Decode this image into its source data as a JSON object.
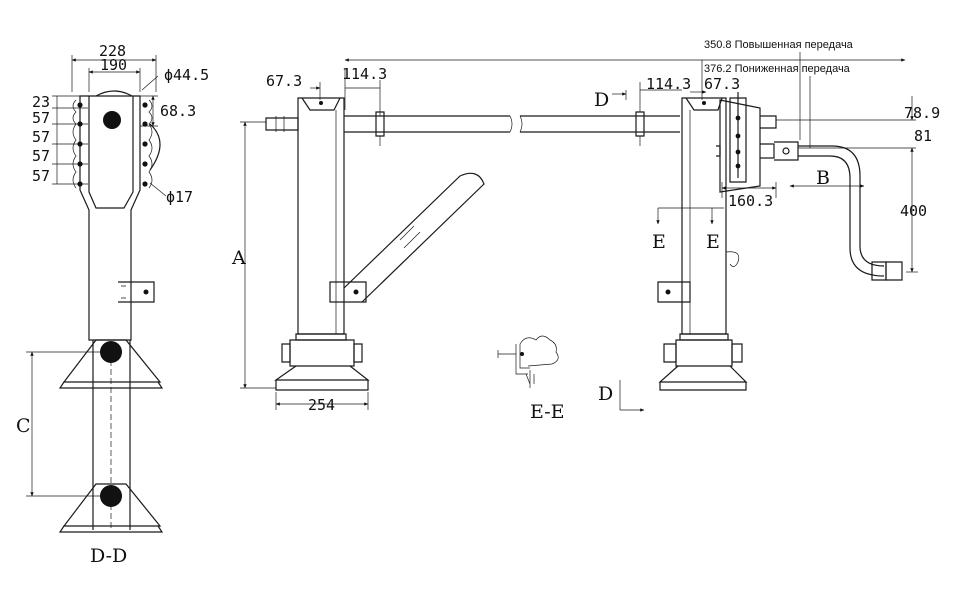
{
  "notes": {
    "high_gear": "350.8 Повышенная передача",
    "low_gear": "376.2 Пониженная передача"
  },
  "left_view": {
    "dim_228": "228",
    "dim_190": "190",
    "dim_phi44": "ϕ44.5",
    "dim_68": "68.3",
    "dim_phi17": "ϕ17",
    "pitch_23": "23",
    "pitch_57": [
      "57",
      "57",
      "57",
      "57"
    ],
    "dim_c": "C",
    "section_label": "D-D"
  },
  "center_view": {
    "dim_67_left": "67.3",
    "dim_114_left": "114.3",
    "dim_a": "A",
    "dim_254": "254",
    "section_e_label": "E-E",
    "section_d_bottom": "D"
  },
  "right_view": {
    "section_d": "D",
    "dim_114_right": "114.3",
    "dim_67_right": "67.3",
    "dim_78": "78.9",
    "dim_81": "81",
    "dim_b": "B",
    "dim_160": "160.3",
    "dim_400": "400",
    "section_e_left": "E",
    "section_e_right": "E"
  }
}
